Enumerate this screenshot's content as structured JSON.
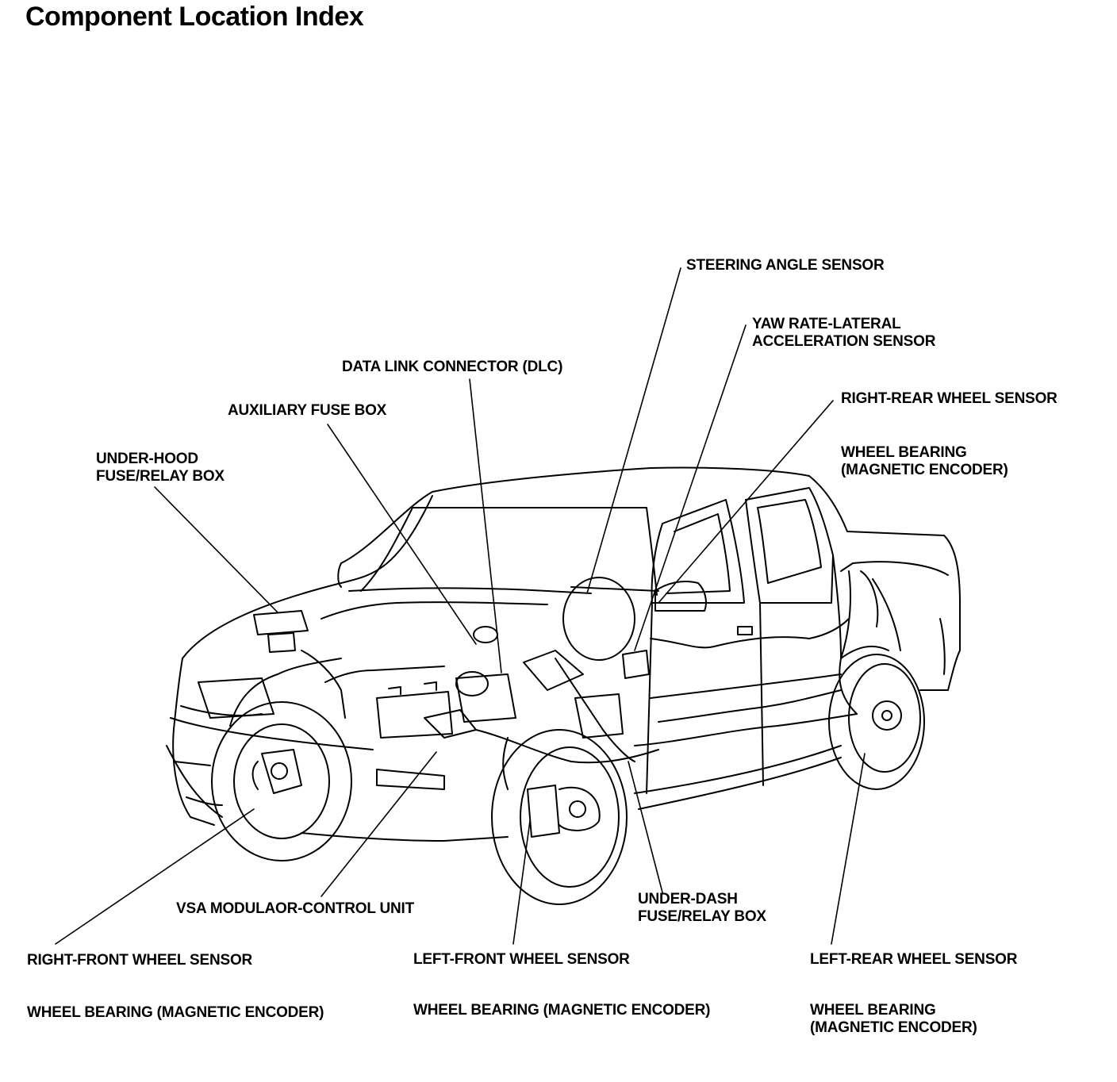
{
  "title": "Component Location Index",
  "labels": {
    "steering_angle_sensor": "STEERING ANGLE SENSOR",
    "yaw_rate_line1": "YAW RATE-LATERAL",
    "yaw_rate_line2": "ACCELERATION SENSOR",
    "data_link_connector": "DATA LINK CONNECTOR (DLC)",
    "auxiliary_fuse_box": "AUXILIARY FUSE BOX",
    "under_hood_line1": "UNDER-HOOD",
    "under_hood_line2": "FUSE/RELAY BOX",
    "right_rear_wheel_sensor": "RIGHT-REAR WHEEL SENSOR",
    "right_rear_bearing_line1": "WHEEL BEARING",
    "right_rear_bearing_line2": "(MAGNETIC ENCODER)",
    "vsa_modulator": "VSA MODULAOR-CONTROL UNIT",
    "under_dash_line1": "UNDER-DASH",
    "under_dash_line2": "FUSE/RELAY BOX",
    "right_front_wheel_sensor": "RIGHT-FRONT WHEEL SENSOR",
    "right_front_bearing": "WHEEL BEARING (MAGNETIC ENCODER)",
    "left_front_wheel_sensor": "LEFT-FRONT WHEEL SENSOR",
    "left_front_bearing": "WHEEL BEARING (MAGNETIC ENCODER)",
    "left_rear_wheel_sensor": "LEFT-REAR WHEEL SENSOR",
    "left_rear_bearing_line1": "WHEEL BEARING",
    "left_rear_bearing_line2": "(MAGNETIC ENCODER)"
  }
}
